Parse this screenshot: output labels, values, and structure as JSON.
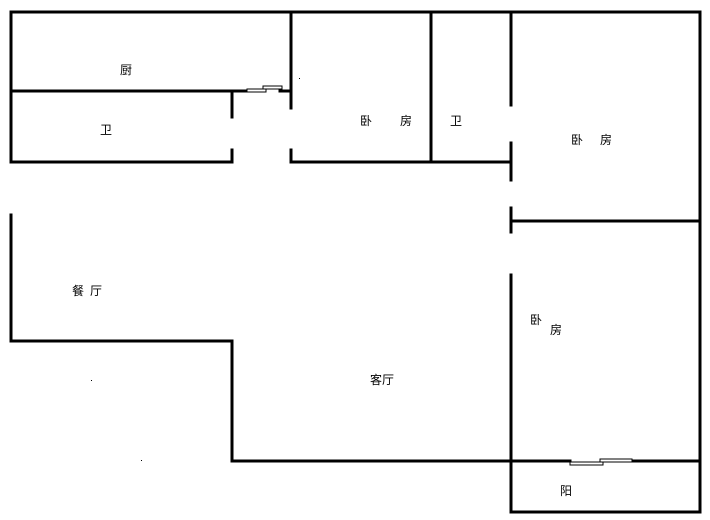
{
  "rooms": {
    "kitchen": "厨",
    "bath1": "卫",
    "bedroom1": [
      "卧",
      "房"
    ],
    "bath2": "卫",
    "bedroom2": [
      "卧",
      "房"
    ],
    "dining": [
      "餐",
      "厅"
    ],
    "bedroom3": [
      "卧",
      "房"
    ],
    "living": "客厅",
    "balcony": "阳"
  }
}
